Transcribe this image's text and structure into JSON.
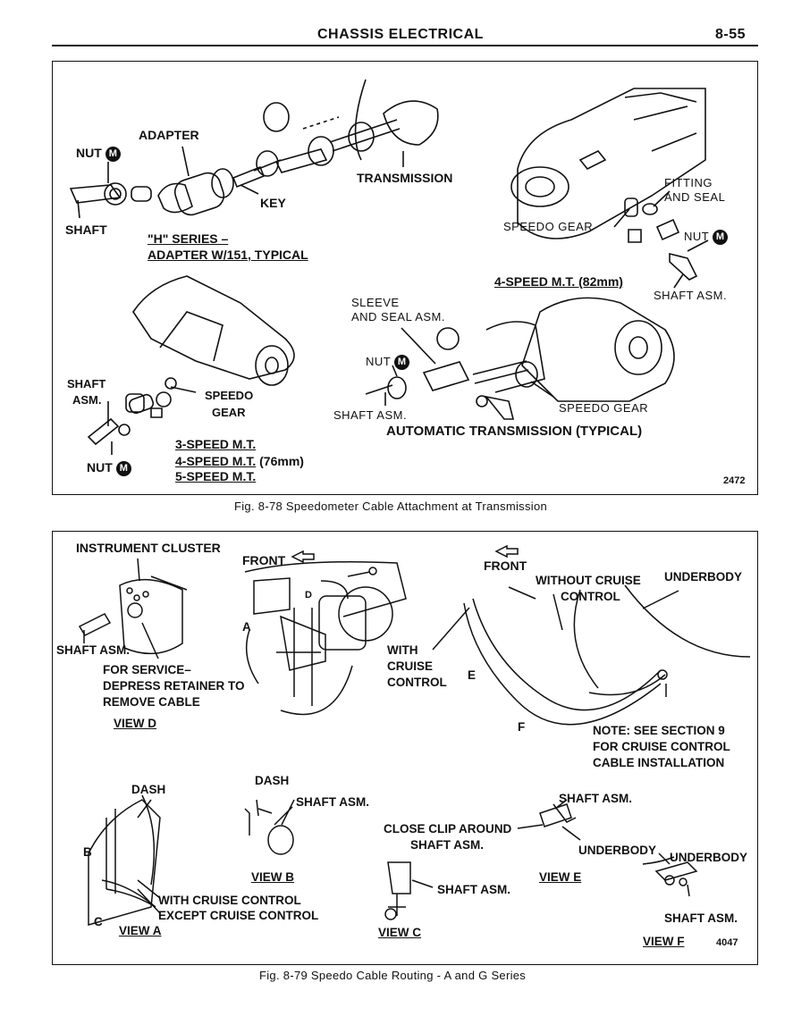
{
  "header": {
    "title": "CHASSIS ELECTRICAL",
    "page_number": "8-55"
  },
  "badge_letter": "M",
  "figure_78": {
    "labels": {
      "adapter": "ADAPTER",
      "nut": "NUT",
      "shaft": "SHAFT",
      "key": "KEY",
      "transmission": "TRANSMISSION",
      "h_series": "\"H\" SERIES –",
      "adapter_w151": "ADAPTER W/151, TYPICAL",
      "fitting_and_seal_1": "FITTING",
      "fitting_and_seal_2": "AND SEAL",
      "speedo_gear_top": "SPEEDO GEAR",
      "nut_right": "NUT",
      "four_speed_82": "4-SPEED M.T. (82mm)",
      "shaft_asm_right": "SHAFT ASM.",
      "sleeve_1": "SLEEVE",
      "sleeve_2": "AND SEAL ASM.",
      "nut_auto": "NUT",
      "shaft_asm_auto": "SHAFT ASM.",
      "speedo_gear_auto": "SPEEDO GEAR",
      "automatic_transmission": "AUTOMATIC TRANSMISSION (TYPICAL)",
      "shaft_asm_left_1": "SHAFT",
      "shaft_asm_left_2": "ASM.",
      "speedo_gear_left_1": "SPEEDO",
      "speedo_gear_left_2": "GEAR",
      "three_speed": "3-SPEED M.T.",
      "four_speed_76_a": "4-SPEED M.T.",
      "four_speed_76_b": " (76mm)",
      "five_speed": "5-SPEED M.T.",
      "nut_bottom": "NUT"
    },
    "figure_number": "2472",
    "caption": "Fig. 8-78 Speedometer Cable Attachment at Transmission"
  },
  "figure_79": {
    "labels": {
      "instrument_cluster": "INSTRUMENT CLUSTER",
      "front_left": "FRONT",
      "front_right": "FRONT",
      "without_cruise_1": "WITHOUT CRUISE",
      "without_cruise_2": "CONTROL",
      "underbody_top": "UNDERBODY",
      "shaft_asm_d": "SHAFT ASM.",
      "for_service_1": "FOR SERVICE–",
      "for_service_2": "DEPRESS RETAINER TO",
      "for_service_3": "REMOVE CABLE",
      "view_d": "VIEW D",
      "letter_a": "A",
      "letter_d": "D",
      "with_cruise_1": "WITH",
      "with_cruise_2": "CRUISE",
      "with_cruise_3": "CONTROL",
      "letter_e": "E",
      "letter_f": "F",
      "note_1": "NOTE: SEE SECTION 9",
      "note_2": "FOR CRUISE CONTROL",
      "note_3": "CABLE INSTALLATION",
      "dash_a": "DASH",
      "dash_b": "DASH",
      "shaft_asm_b": "SHAFT ASM.",
      "letter_b": "B",
      "letter_c": "C",
      "with_cruise_control": "WITH CRUISE CONTROL",
      "except_cruise_control": "EXCEPT CRUISE CONTROL",
      "view_a": "VIEW A",
      "view_b": "VIEW B",
      "shaft_asm_e": "SHAFT ASM.",
      "close_clip_1": "CLOSE CLIP AROUND",
      "close_clip_2": "SHAFT ASM.",
      "underbody_e": "UNDERBODY",
      "view_e": "VIEW E",
      "underbody_f": "UNDERBODY",
      "shaft_asm_c": "SHAFT ASM.",
      "view_c": "VIEW C",
      "shaft_asm_f": "SHAFT ASM.",
      "view_f": "VIEW F"
    },
    "figure_number": "4047",
    "caption": "Fig. 8-79 Speedo Cable Routing - A and G Series"
  }
}
